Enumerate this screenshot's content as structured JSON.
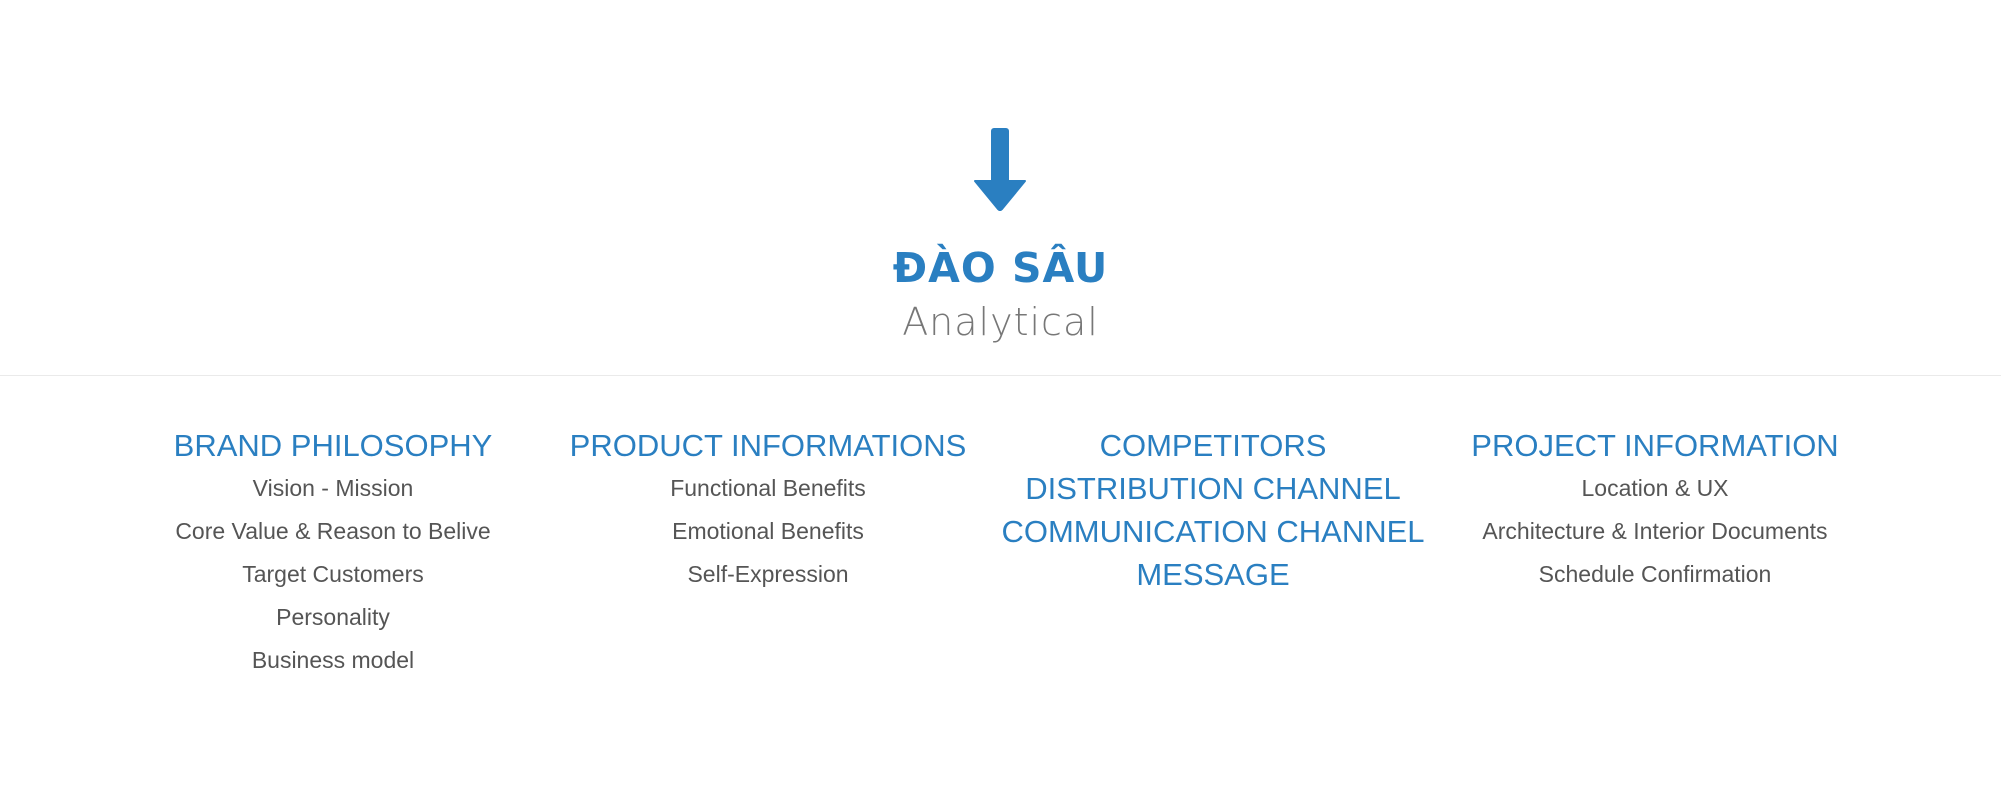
{
  "colors": {
    "accent": "#2a7fc1",
    "text": "#555555"
  },
  "header": {
    "icon": "arrow-down-icon",
    "title": "ĐÀO SÂU",
    "subtitle": "Analytical"
  },
  "columns": [
    {
      "heads": [
        "BRAND PHILOSOPHY"
      ],
      "items": [
        "Vision - Mission",
        "Core Value & Reason to Belive",
        "Target Customers",
        "Personality",
        "Business model"
      ]
    },
    {
      "heads": [
        "PRODUCT INFORMATIONS"
      ],
      "items": [
        "Functional Benefits",
        "Emotional Benefits",
        "Self-Expression"
      ]
    },
    {
      "heads": [
        "COMPETITORS",
        "DISTRIBUTION CHANNEL",
        "COMMUNICATION CHANNEL",
        "MESSAGE"
      ],
      "items": []
    },
    {
      "heads": [
        "PROJECT INFORMATION"
      ],
      "items": [
        "Location & UX",
        "Architecture & Interior Documents",
        "Schedule Confirmation"
      ]
    }
  ]
}
